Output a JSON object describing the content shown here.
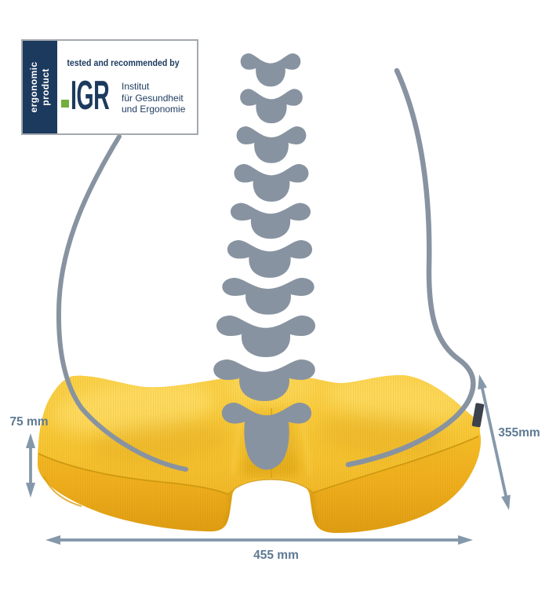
{
  "page": {
    "background": "#ffffff"
  },
  "badge": {
    "side_label_line1": "ergonomic",
    "side_label_line2": "product",
    "tagline": "tested and recommended by",
    "logo_text": "IGR",
    "org_lines": [
      "Institut",
      "für Gesundheit",
      "und Ergonomie"
    ],
    "navy": "#1c3a5e",
    "green": "#74ae3c",
    "border_color": "#a3a9af"
  },
  "annotations": {
    "height_label": "75 mm",
    "depth_label": "355mm",
    "width_label": "455 mm",
    "arrow_color": "#8598ab",
    "text_color": "#5f7a93"
  },
  "illustration": {
    "spine_color": "#8893a1",
    "outline_color": "#8893a1",
    "cushion_yellow": "#f7c633",
    "cushion_shadow": "#e2a71a",
    "tag_color": "#3b424b"
  }
}
